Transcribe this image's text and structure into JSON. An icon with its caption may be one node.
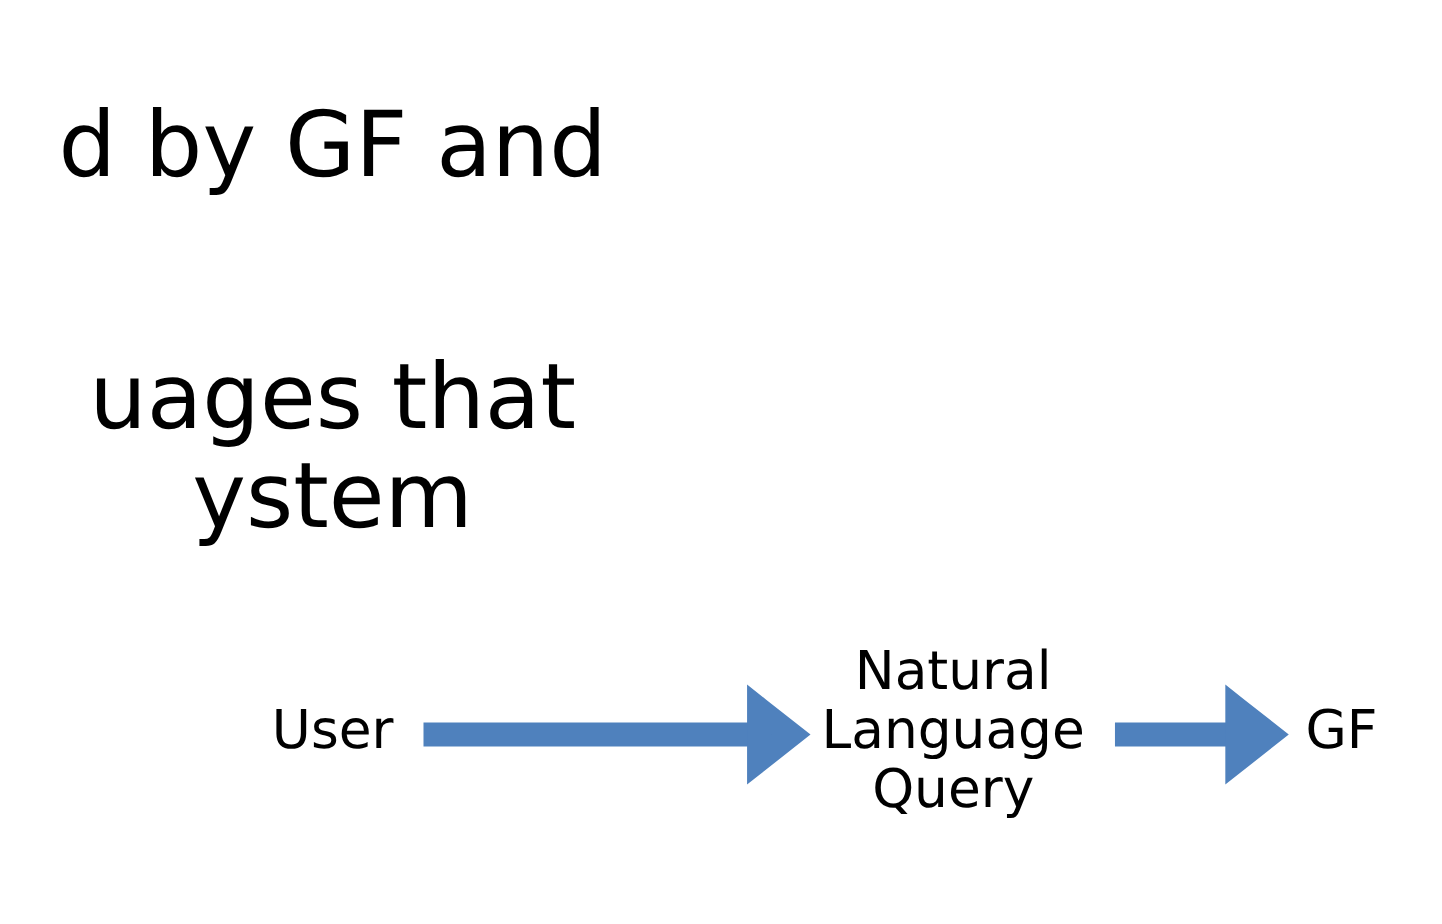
{
  "diagram": {
    "nodes": [
      {
        "text": [
          "User"
        ]
      },
      {
        "text": [
          "Natural Language Query"
        ]
      },
      {
        "text": [
          "GF"
        ]
      }
    ],
    "edges": [
      {
        "from": 0,
        "to": 1,
        "arrow": "to"
      },
      {
        "from": 1,
        "to": 2,
        "arrow": "to"
      }
    ],
    "labels": [
      "uages that ystem",
      "d by GF and"
    ]
  }
}
